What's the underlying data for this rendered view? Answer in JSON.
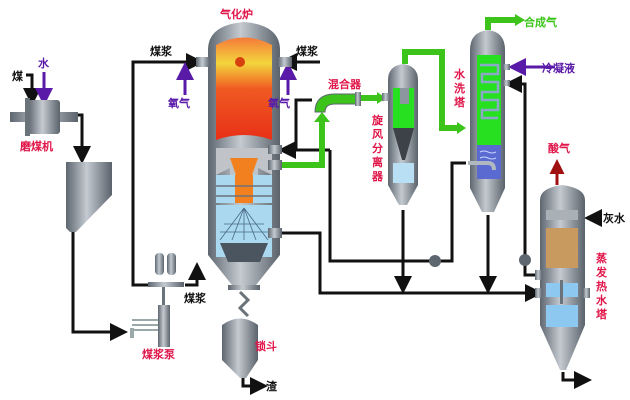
{
  "labels": {
    "coal": "煤",
    "water": "水",
    "coal_mill": "磨煤机",
    "slurry_left": "煤浆",
    "slurry_right": "煤浆",
    "slurry_pump_out": "煤浆",
    "oxygen_left": "氧气",
    "oxygen_right": "氧气",
    "gasifier": "气化炉",
    "mixer": "混合器",
    "cyclone": [
      "旋",
      "风",
      "分",
      "离",
      "器"
    ],
    "washer": [
      "水",
      "洗",
      "塔"
    ],
    "syngas": "合成气",
    "condensate": "冷凝液",
    "acid_gas": "酸气",
    "grey_water": "灰水",
    "evap_tower": [
      "蒸",
      "发",
      "热",
      "水",
      "塔"
    ],
    "slurry_pump": "煤浆泵",
    "lock_hopper": "锁斗",
    "slag": "渣"
  },
  "colors": {
    "label_red": "#e0164a",
    "gas_green": "#3cc41a",
    "oxygen_purple": "#5a1aa8",
    "vessel_grey": "#8a949e",
    "water_blue": "#9fd3f0",
    "flame": "#f04a20"
  }
}
